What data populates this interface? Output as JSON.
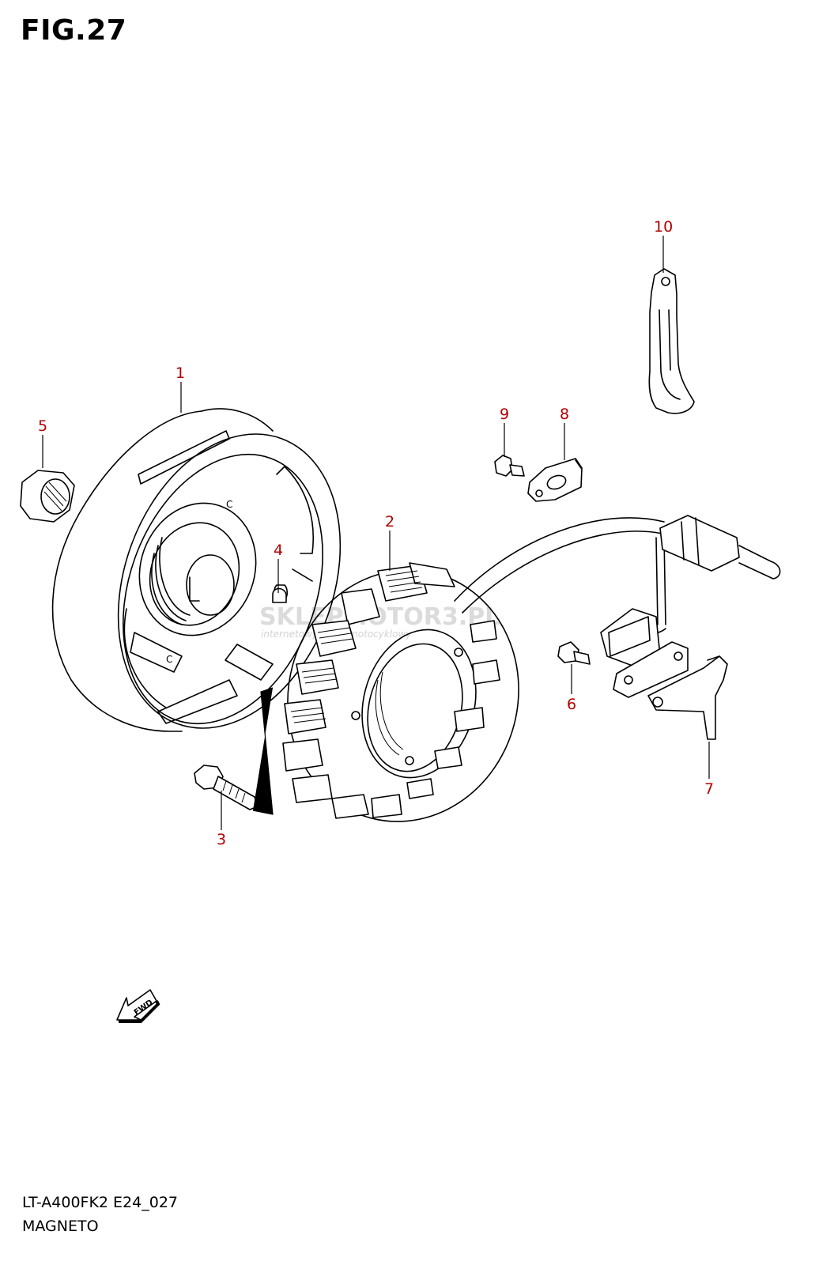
{
  "figure": {
    "title": "FIG.27"
  },
  "footer": {
    "model_code": "LT-A400FK2 E24_027",
    "section_name": "MAGNETO"
  },
  "fwd_arrow": {
    "label": "FWD"
  },
  "watermark": {
    "brand": "SKLEPMOTOR3.PL",
    "tagline": "internetowy sklep motocyklowy"
  },
  "callouts": [
    {
      "number": "1",
      "part": "rotor"
    },
    {
      "number": "2",
      "part": "stator"
    },
    {
      "number": "3",
      "part": "bolt"
    },
    {
      "number": "4",
      "part": "key"
    },
    {
      "number": "5",
      "part": "nut"
    },
    {
      "number": "6",
      "part": "bolt"
    },
    {
      "number": "7",
      "part": "pickup-bracket"
    },
    {
      "number": "8",
      "part": "clamp"
    },
    {
      "number": "9",
      "part": "screw"
    },
    {
      "number": "10",
      "part": "band"
    }
  ],
  "colors": {
    "callout_text": "#b30000",
    "line": "#000000",
    "background": "#ffffff"
  }
}
